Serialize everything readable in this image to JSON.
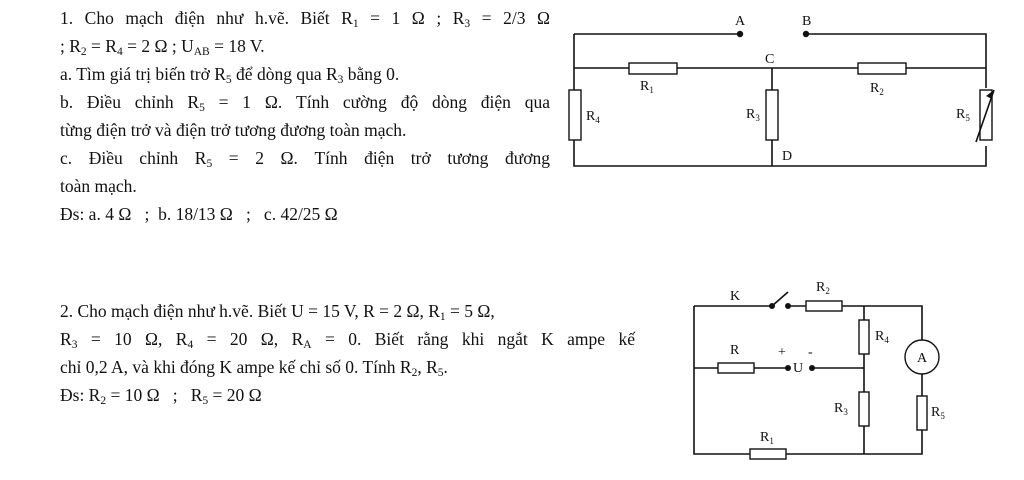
{
  "problem1": {
    "line1": {
      "a": "1. Cho mạch điện như h.vẽ. Biết R",
      "s1": "1",
      "b": " = 1 Ω ; R",
      "s2": "3",
      "c": " = 2/3 Ω"
    },
    "line2": {
      "a": "; R",
      "s1": "2",
      "b": " = R",
      "s2": "4",
      "c": " = 2 Ω ; U",
      "s3": "AB",
      "d": " = 18 V."
    },
    "line3": {
      "a": "a. Tìm giá trị biến trở R",
      "s1": "5",
      "b": " để dòng qua R",
      "s2": "3",
      "c": " bằng 0."
    },
    "line4": {
      "a": "b. Điều chỉnh R",
      "s1": "5",
      "b": " = 1 Ω. Tính cường độ dòng điện qua"
    },
    "line5": "từng điện trở và điện trở tương đương toàn mạch.",
    "line6": {
      "a": "c. Điều chỉnh R",
      "s1": "5",
      "b": " = 2 Ω. Tính điện trở tương đương"
    },
    "line7": "toàn mạch.",
    "answer": "Đs: a. 4 Ω   ;  b. 18/13 Ω   ;   c. 42/25 Ω"
  },
  "problem2": {
    "line1": {
      "a": "2. Cho mạch điện như h.vẽ. Biết U = 15 V, R = 2 Ω, R",
      "s1": "1",
      "b": " = 5 Ω,"
    },
    "line2": {
      "a": "R",
      "s1": "3",
      "b": " = 10 Ω, R",
      "s2": "4",
      "c": " = 20 Ω, R",
      "s3": "A",
      "d": " = 0. Biết rằng khi ngắt K ampe kế"
    },
    "line3": {
      "a": "chỉ 0,2 A, và khi đóng K ampe kế chỉ số 0. Tính R",
      "s1": "2",
      "b": ", R",
      "s2": "5",
      "c": "."
    },
    "answer": {
      "a": "Đs: R",
      "s1": "2",
      "b": " = 10 Ω   ;   R",
      "s2": "5",
      "c": " = 20 Ω"
    }
  },
  "figure1": {
    "node_a": "A",
    "node_b": "B",
    "node_c": "C",
    "node_d": "D",
    "r1": {
      "letter": "R",
      "idx": "1"
    },
    "r2": {
      "letter": "R",
      "idx": "2"
    },
    "r3": {
      "letter": "R",
      "idx": "3"
    },
    "r4": {
      "letter": "R",
      "idx": "4"
    },
    "r5": {
      "letter": "R",
      "idx": "5"
    }
  },
  "figure2": {
    "switch_k": "K",
    "r": "R",
    "plus": "+",
    "minus": "-",
    "source_u": "U",
    "ammeter": "A",
    "r1": {
      "letter": "R",
      "idx": "1"
    },
    "r2": {
      "letter": "R",
      "idx": "2"
    },
    "r3": {
      "letter": "R",
      "idx": "3"
    },
    "r4": {
      "letter": "R",
      "idx": "4"
    },
    "r5": {
      "letter": "R",
      "idx": "5"
    }
  }
}
